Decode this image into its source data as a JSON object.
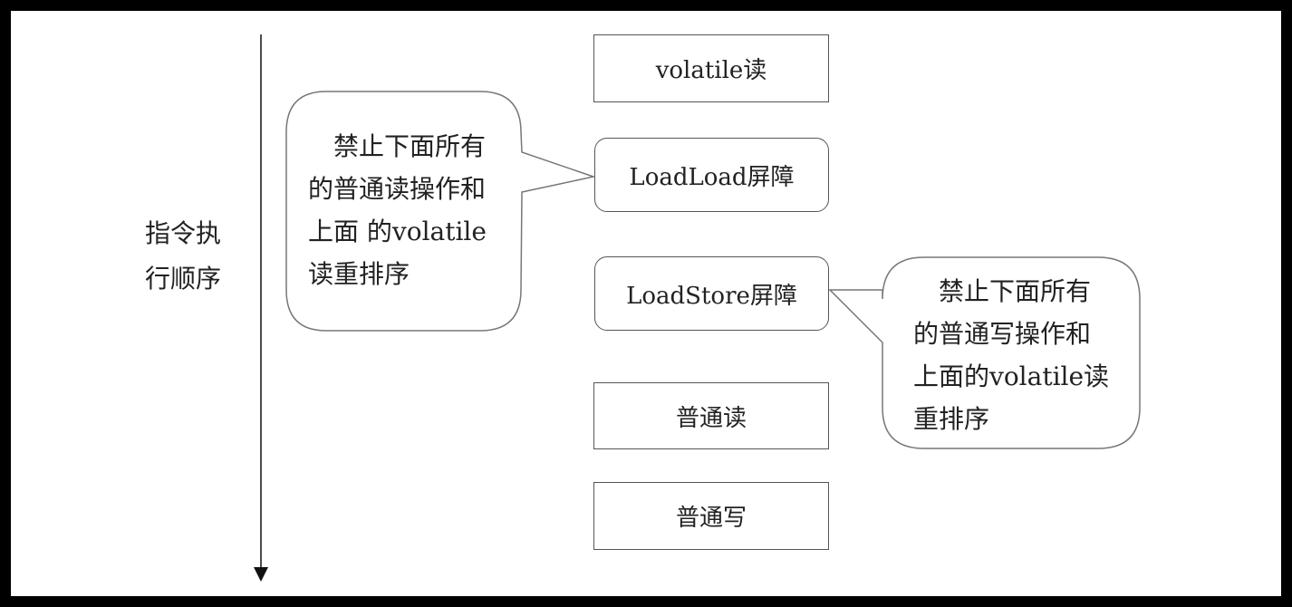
{
  "axis": {
    "label_line1": "指令执",
    "label_line2": "行顺序"
  },
  "boxes": [
    {
      "label": "volatile读",
      "shape": "rect"
    },
    {
      "label": "LoadLoad屏障",
      "shape": "rounded"
    },
    {
      "label": "LoadStore屏障",
      "shape": "rounded"
    },
    {
      "label": "普通读",
      "shape": "rect"
    },
    {
      "label": "普通写",
      "shape": "rect"
    }
  ],
  "callouts": {
    "loadload": {
      "lines": [
        "　禁止下面所有",
        "的普通读操作和",
        "上面 的volatile",
        "读重排序"
      ],
      "target": "LoadLoad屏障"
    },
    "loadstore": {
      "lines": [
        "　禁止下面所有",
        "的普通写操作和",
        "上面的volatile读",
        "重排序"
      ],
      "target": "LoadStore屏障"
    }
  }
}
